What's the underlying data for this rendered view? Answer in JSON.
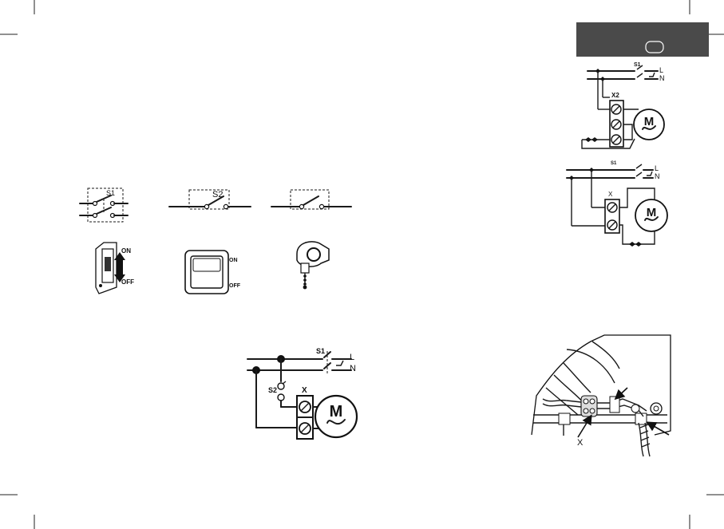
{
  "header_tab": {
    "color": "#4a4a4a",
    "page_badge": ""
  },
  "symbols": {
    "s1_label": "S1",
    "s2_label": "S2",
    "isolator_on": "ON",
    "isolator_off": "OFF",
    "rocker_on": "ON",
    "rocker_off": "OFF"
  },
  "wiring_s2": {
    "s1_label": "S1",
    "s2_label": "S2",
    "terminal_label": "X",
    "line_label": "L",
    "neutral_label": "N",
    "motor_label": "M"
  },
  "wiring_top": {
    "s1_label": "S1",
    "terminal_label": "X2",
    "line_label": "L",
    "neutral_label": "N",
    "motor_label": "M"
  },
  "wiring_mid": {
    "s1_label": "S1",
    "terminal_label": "X",
    "line_label": "L",
    "neutral_label": "N",
    "motor_label": "M"
  },
  "fan_interior": {
    "terminal_label": "X"
  }
}
